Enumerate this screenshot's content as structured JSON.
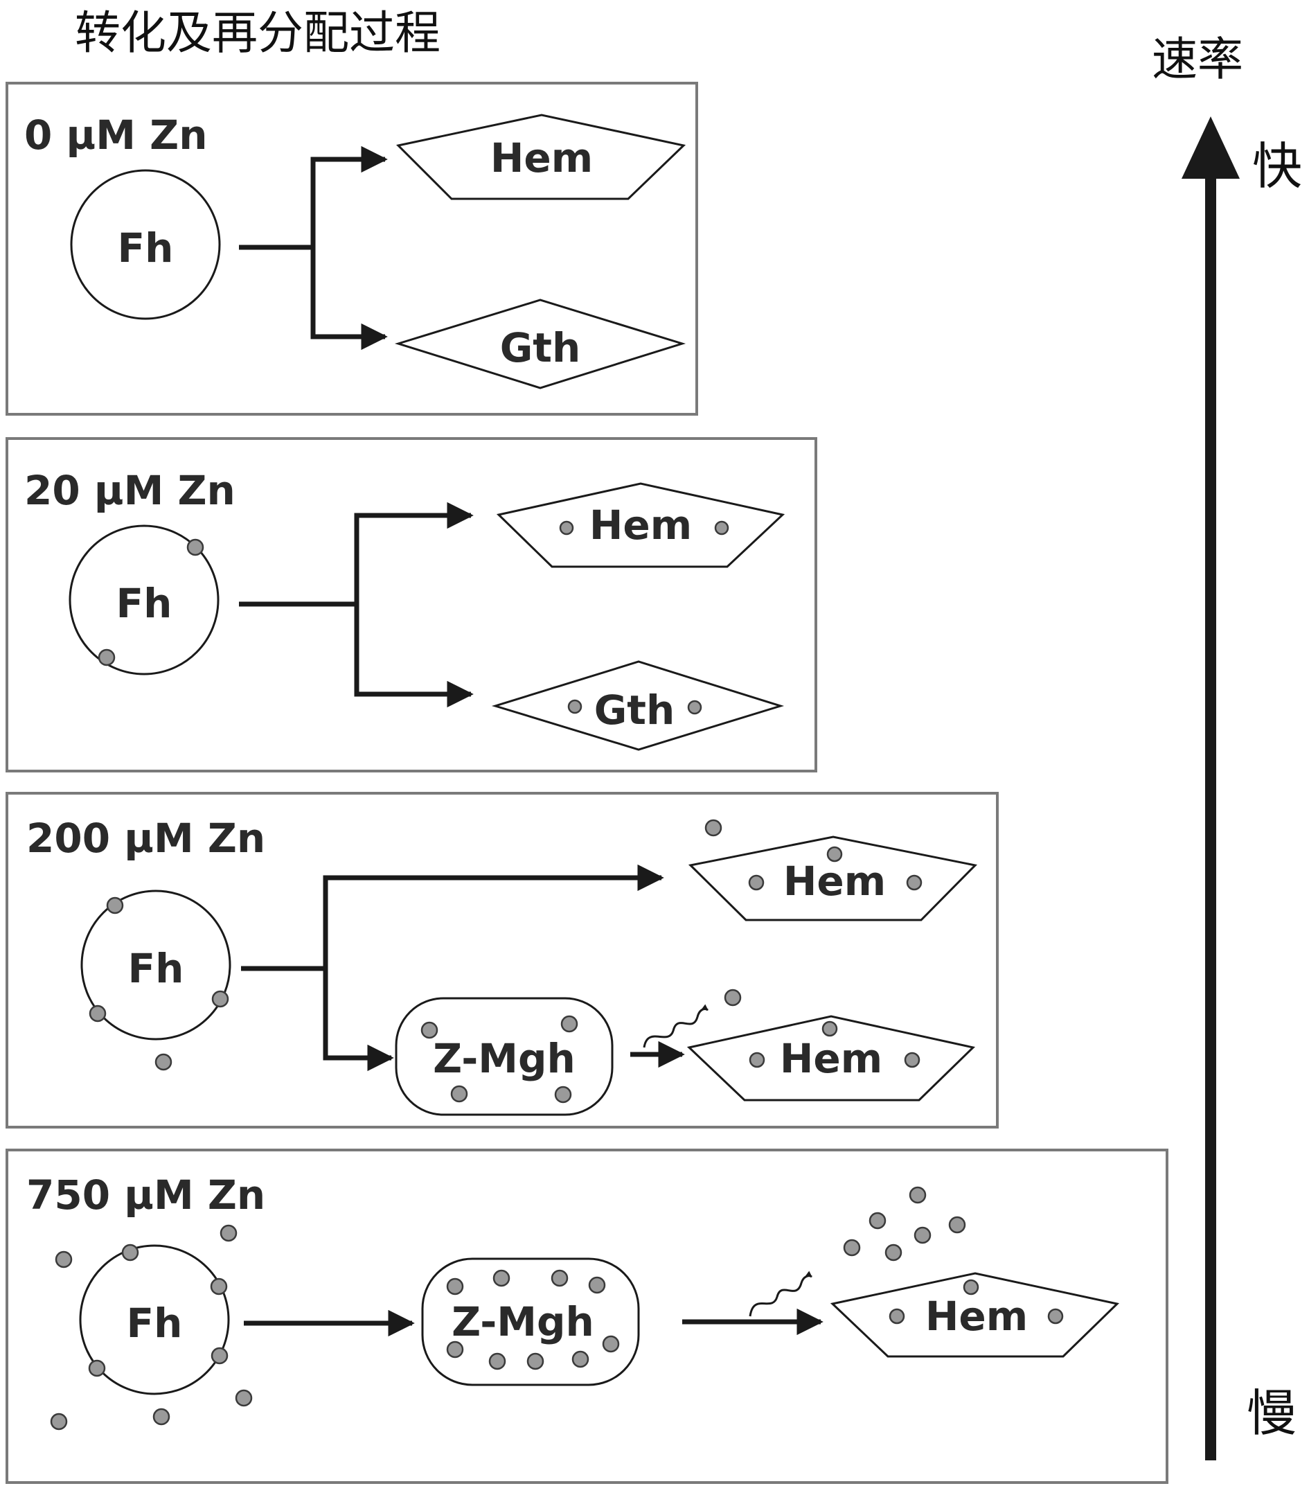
{
  "title": "转化及再分配过程",
  "rate_axis": {
    "label": "速率",
    "fast": "快",
    "slow": "慢"
  },
  "panels": [
    {
      "zn": "0 µM Zn",
      "source": "Fh",
      "products": [
        "Hem",
        "Gth"
      ]
    },
    {
      "zn": "20 µM Zn",
      "source": "Fh",
      "products": [
        "Hem",
        "Gth"
      ]
    },
    {
      "zn": "200 µM Zn",
      "source": "Fh",
      "intermediate": "Z-Mgh",
      "products": [
        "Hem",
        "Hem"
      ]
    },
    {
      "zn": "750 µM Zn",
      "source": "Fh",
      "intermediate": "Z-Mgh",
      "products": [
        "Hem"
      ]
    }
  ]
}
